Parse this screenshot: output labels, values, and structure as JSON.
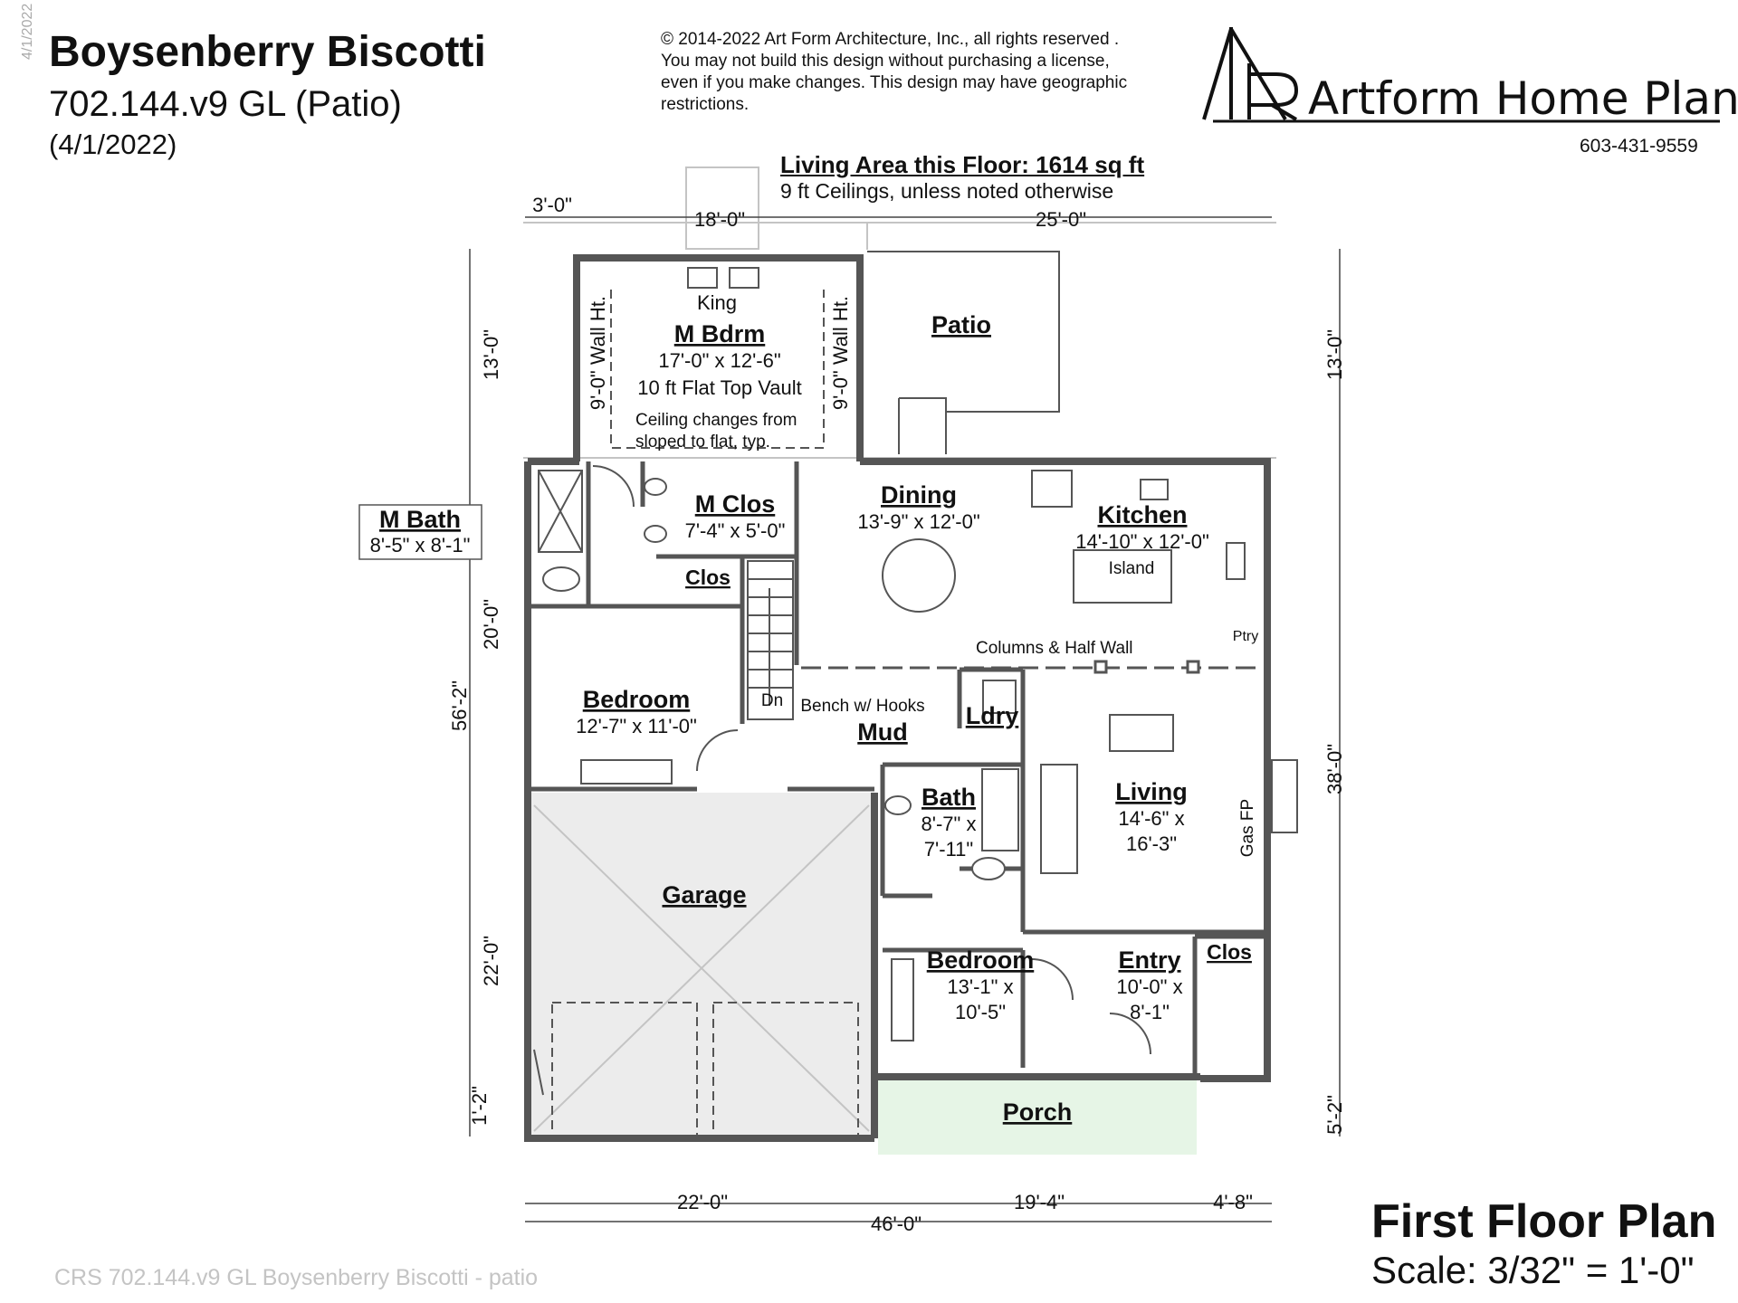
{
  "header": {
    "vertical_date": "4/1/2022",
    "title": "Boysenberry Biscotti",
    "subtitle": "702.144.v9 GL (Patio)",
    "date": "(4/1/2022)",
    "copyright": [
      "© 2014-2022 Art Form Architecture, Inc., all rights reserved .",
      "You may not build this design without purchasing a license,",
      "even if you make changes. This design may have geographic",
      "restrictions."
    ],
    "logo_text": "Artform Home Plans",
    "phone": "603-431-9559",
    "living_area": "Living Area this Floor: 1614 sq ft",
    "ceilings": "9 ft Ceilings, unless noted otherwise"
  },
  "rooms": {
    "m_bdrm": {
      "name": "M Bdrm",
      "dims": "17'-0\" x 12'-6\"",
      "note": "10 ft Flat Top Vault",
      "bed": "King"
    },
    "patio": {
      "name": "Patio"
    },
    "m_bath": {
      "name": "M Bath",
      "dims": "8'-5\" x 8'-1\""
    },
    "m_clos": {
      "name": "M Clos",
      "dims": "7'-4\" x 5'-0\""
    },
    "clos_upper": {
      "name": "Clos"
    },
    "dining": {
      "name": "Dining",
      "dims": "13'-9\" x 12'-0\""
    },
    "kitchen": {
      "name": "Kitchen",
      "dims": "14'-10\" x 12'-0\"",
      "island": "Island",
      "pantry": "Ptry"
    },
    "bedroom_w": {
      "name": "Bedroom",
      "dims": "12'-7\" x 11'-0\""
    },
    "mud": {
      "name": "Mud",
      "bench": "Bench w/ Hooks",
      "stair": "Dn"
    },
    "ldry": {
      "name": "Ldry"
    },
    "bath": {
      "name": "Bath",
      "dims1": "8'-7\" x",
      "dims2": "7'-11\""
    },
    "living": {
      "name": "Living",
      "dims1": "14'-6\" x",
      "dims2": "16'-3\"",
      "fireplace": "Gas FP"
    },
    "garage": {
      "name": "Garage"
    },
    "bedroom_s": {
      "name": "Bedroom",
      "dims1": "13'-1\" x",
      "dims2": "10'-5\""
    },
    "entry": {
      "name": "Entry",
      "dims1": "10'-0\" x",
      "dims2": "8'-1\""
    },
    "clos_entry": {
      "name": "Clos"
    },
    "porch": {
      "name": "Porch"
    }
  },
  "notes": {
    "wall_ht_left": "9'-0\" Wall Ht.",
    "wall_ht_right": "9'-0\" Wall Ht.",
    "ceiling_1": "Ceiling changes from",
    "ceiling_2": "sloped to flat, typ.",
    "columns": "Columns & Half Wall"
  },
  "dimensions": {
    "top_3": "3'-0\"",
    "top_18": "18'-0\"",
    "top_25": "25'-0\"",
    "left_13": "13'-0\"",
    "left_20": "20'-0\"",
    "left_56": "56'-2\"",
    "left_22": "22'-0\"",
    "left_1_2": "1'-2\"",
    "right_13": "13'-0\"",
    "right_38": "38'-0\"",
    "right_5_2": "5'-2\"",
    "bottom_22": "22'-0\"",
    "bottom_19_4": "19'-4\"",
    "bottom_4_8": "4'-8\"",
    "bottom_46": "46'-0\""
  },
  "plan_title": "First Floor Plan",
  "scale": "Scale: 3/32\" = 1'-0\"",
  "footer": "CRS 702.144.v9 GL Boysenberry Biscotti - patio",
  "colors": {
    "wall": "#555555",
    "garage_fill": "#ececec",
    "porch_fill": "#e6f5e6",
    "faint": "#c4c4c4"
  }
}
